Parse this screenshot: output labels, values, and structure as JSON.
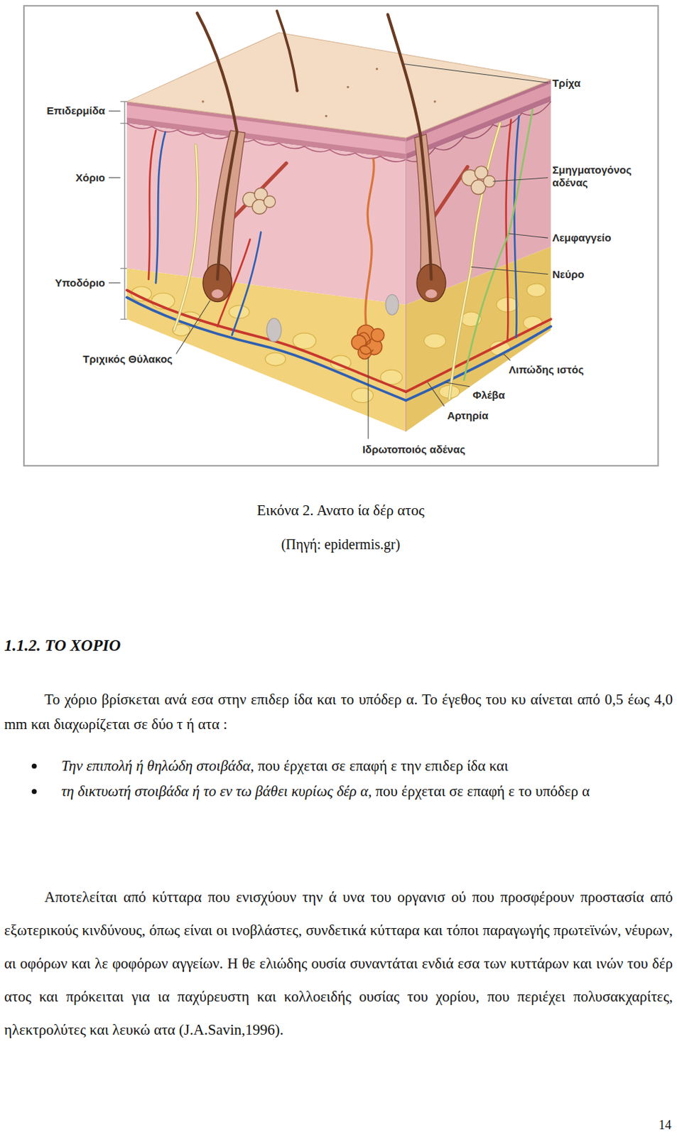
{
  "diagram": {
    "title": "1.1.2. ΤΟ ΧΟΡΙΟ",
    "caption": "Εικόνα 2. Ανατο ία δέρ ατος",
    "labels": [
      "Επιδερμίδα",
      "Χόριο",
      "Υποδόριο",
      "Τρίχα",
      "Σμηγματογόνος αδένας",
      "Λεμφαγγείο",
      "Νεύρο",
      "Τριχικός Θύλακος",
      "Λιπώδης ιστός",
      "Φλέβα",
      "Αρτηρία",
      "Ιδρωτοποιός αδένας",
      "(Πηγή: epidermis.gr)",
      "Το χόριο βρίσκεται ανά εσα στην επιδερ ίδα και το υπόδερ α. Το έγεθος του κυ αίνεται από 0,5 έως 4,0 mm και διαχωρίζεται σε δύο τ ή ατα :",
      "Την επιπολή ή θηλώδη στοιβάδα,",
      "που έρχεται σε επαφή ε την επιδερ ίδα και",
      "τη δικτυωτή στοιβάδα ή το εν τω βάθει κυρίως δέρ α,",
      "που έρχεται σε επαφή ε το υπόδερ α",
      "Αποτελείται από κύτταρα που ενισχύουν την ά υνα του οργανισ ού που προσφέρουν προστασία από εξωτερικούς κινδύνους, όπως είναι οι ινοβλάστες, συνδετικά κύτταρα και τόποι παραγωγής πρωτεϊνών, νέυρων, αι οφόρων και λε φοφόρων αγγείων. Η θε ελιώδης ουσία συναντάται ενδιά εσα των κυττάρων και ινών του δέρ ατος και πρόκειται για ια παχύρευστη και κολλοειδής ουσίας του χορίου, που περιέχει πολυσακχαρίτες, ηλεκτρολύτες και λευκώ ατα (J.A.Savin,1996).",
      "14"
    ]
  }
}
